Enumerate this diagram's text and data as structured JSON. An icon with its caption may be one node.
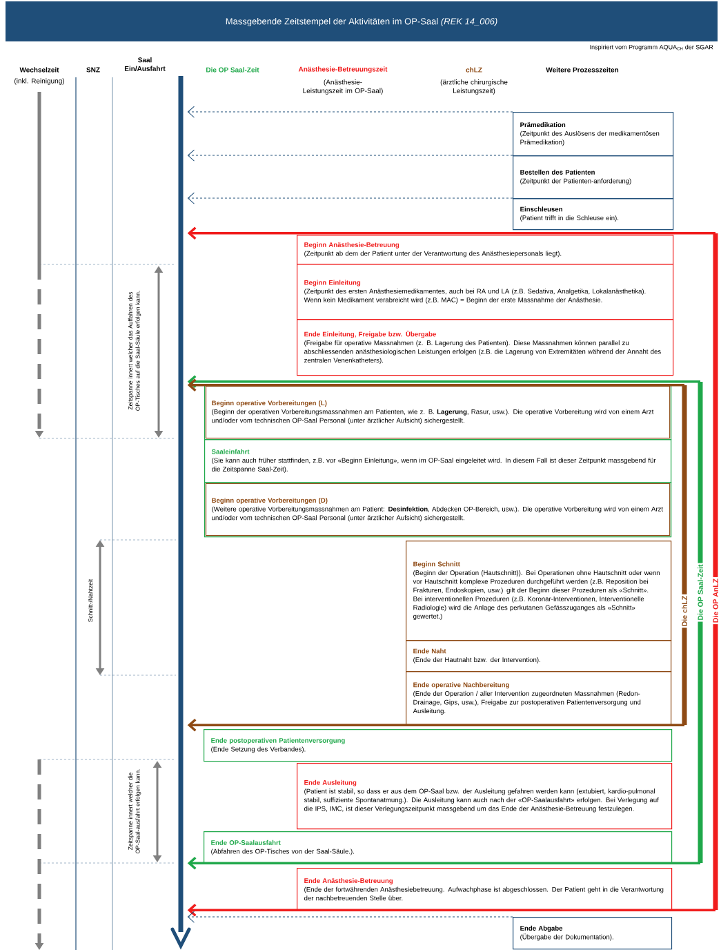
{
  "diagram": {
    "title": "Massgebende Zeitstempel der Aktivitäten im OP-Saal *(REK 14_006)*",
    "nodes": [
      {
        "text": [],
        "shape": "bar"
      },
      {
        "text": [
          "Prämedikation",
          "(Zeitpunkt des Auslösens der medikamentösen Prämedikation)"
        ]
      },
      {
        "text": [
          "Bestellen des Patienten",
          "(Zeitpunkt der Patienten-anforderung)"
        ]
      },
      {
        "text": [
          "Einschleusen",
          "(Patient trifft in die Schleuse ein)."
        ]
      },
      {
        "text": [
          "Beginn Anästhesie-Betreuung",
          "(Zeitpunkt ab dem der Patient unter der Verantwortung des Anästhesiepersonals liegt)."
        ]
      },
      {
        "text": [
          "Beginn Einleitung",
          "(Zeitpunkt des ersten Anästhesiemedikamentes, auch bei RA und LA (z.B. Sedativa, Analgetika, Lokalanästhetika). Wenn kein Medikament verabreicht wird (z.B. MAC) = Beginn der erste Massnahme der Anästhesie."
        ]
      },
      {
        "text": [
          "Ende Einleitung, Freigabe bzw. Übergabe",
          "(Freigabe für operative Massnahmen (z. B. Lagerung des Patienten). Diese Massnahmen können parallel zu abschliessenden anästhesiologischen Leistungen erfolgen (z.B. die Lagerung von Extremitäten während der Annaht des zentralen Venenkatheters)."
        ]
      },
      {
        "text": [
          "Beginn operative Vorbereitungen (L)",
          "(Beginn der operativen Vorbereitungsmassnahmen am Patienten, wie z. B. **Lagerung**, Rasur, usw.). Die operative Vorbereitung wird von einem Arzt und/oder vom technischen OP-Saal Personal (unter ärztlicher Aufsicht) sichergestellt."
        ]
      },
      {
        "text": [
          "Saaleinfahrt",
          "(Sie kann auch früher stattfinden, z.B. vor «Beginn Einleitung», wenn im OP-Saal eingeleitet wird. In diesem Fall ist dieser Zeitpunkt massgebend für die Zeitspanne Saal-Zeit)."
        ]
      },
      {
        "text": [
          "Beginn operative Vorbereitungen (D)",
          "(Weitere operative Vorbereitungsmassnahmen am Patient: **Desinfektion**, Abdecken OP-Bereich, usw.). Die operative Vorbereitung wird von einem Arzt und/oder vom technischen OP-Saal Personal (unter ärztlicher Aufsicht) sichergestellt."
        ]
      },
      {
        "text": [
          "Beginn Schnitt",
          "(Beginn der Operation (Hautschnitt)). Bei Operationen ohne Hautschnitt oder wenn vor Hautschnitt komplexe Prozeduren durchgeführt werden (z.B. Reposition bei Frakturen, Endoskopien, usw.) gilt der Beginn dieser Prozeduren als «Schnitt». Bei interventionellen Prozeduren (z.B. Koronar-Interventionen, Interventionelle Radiologie) wird die Anlage des perkutanen Gefässzuganges als «Schnitt» gewertet.)"
        ]
      },
      {
        "text": [
          "Ende Naht",
          "(Ende der Hautnaht bzw. der Intervention)."
        ]
      },
      {
        "text": [
          "Ende operative Nachbereitung",
          "(Ende der Operation / aller Intervention zugeordneten Massnahmen (Redon-Drainage, Gips, usw.), Freigabe zur postoperativen Patientenversorgung und Ausleitung."
        ]
      },
      {
        "text": [
          "Ende postoperativen Patientenversorgung",
          "(Ende Setzung des Verbandes)."
        ]
      },
      {
        "text": [
          "Ende Ausleitung",
          "(Patient ist stabil, so dass er aus dem OP-Saal bzw. der Ausleitung gefahren werden kann (extubiert, kardio-pulmonal stabil, suffiziente Spontanatmung.). Die Ausleitung kann auch nach der «OP-Saalausfahrt» erfolgen. Bei Verlegung auf die IPS, IMC, ist dieser Verlegungszeitpunkt massgebend um das Ende der Anästhesie-Betreuung festzulegen."
        ]
      },
      {
        "text": [
          "Ende OP-Saalausfahrt",
          "(Abfahren des OP-Tisches von der Saal-Säule.)."
        ]
      },
      {
        "text": [
          "Ende Anästhesie-Betreuung",
          "(Ende der fortwährenden Anästhesiebetreuung. Aufwachphase ist abgeschlossen. Der Patient geht in die Verantwortung der nachbetreuenden Stelle über."
        ]
      },
      {
        "text": [
          "Ende Abgabe",
          "(Übergabe der Dokumentation)."
        ]
      },
      {
        "text": [
          "Die chLZ"
        ]
      },
      {
        "text": [
          "Die OP Saal-Zeit"
        ]
      },
      {
        "text": [
          "Die OP AnLZ"
        ]
      }
    ],
    "edges": [
      {
        "from": 1,
        "to": 0,
        "arrow": "to",
        "style": "dashed"
      },
      {
        "from": 2,
        "to": 0,
        "arrow": "to",
        "style": "dashed"
      },
      {
        "from": 3,
        "to": 0,
        "arrow": "to",
        "style": "dashed"
      },
      {
        "from": 20,
        "to": 0,
        "arrow": "to",
        "color": "#f01c1c"
      },
      {
        "from": 19,
        "to": 0,
        "arrow": "to",
        "color": "#1fa84a"
      },
      {
        "from": 18,
        "to": 0,
        "arrow": "to",
        "color": "#8e4a14"
      },
      {
        "from": 18,
        "to": 0,
        "arrow": "to",
        "color": "#8e4a14"
      },
      {
        "from": 19,
        "to": 0,
        "arrow": "to",
        "color": "#1fa84a"
      },
      {
        "from": 20,
        "to": 0,
        "arrow": "to",
        "color": "#f01c1c"
      },
      {
        "from": 17,
        "to": 0,
        "arrow": "to",
        "style": "dashed"
      }
    ],
    "labels": [
      "Inspiriert vom Programm AQUA$_{CH}$ der SGAR",
      "Wechselzeit",
      "(inkl. Reinigung)",
      "SNZ",
      "Saal Ein/Ausfahrt",
      "Die OP Saal-Zeit",
      "Anästhesie-Betreuungszeit",
      "(Anästhesie-Leistungszeit im OP-Saal)",
      "chLZ",
      "(ärztliche chirurgische Leistungszeit)",
      "Weitere Prozesszeiten",
      "Zeitspanne innert welcher das Auffahren des OP-Tisches auf die Saal-Säule erfolgen kann.",
      "Schnitt-/Nahtzeit",
      "Zeitspanne innert welcher die OP-Saal-ausfahrt erfolgen kann."
    ]
  }
}
